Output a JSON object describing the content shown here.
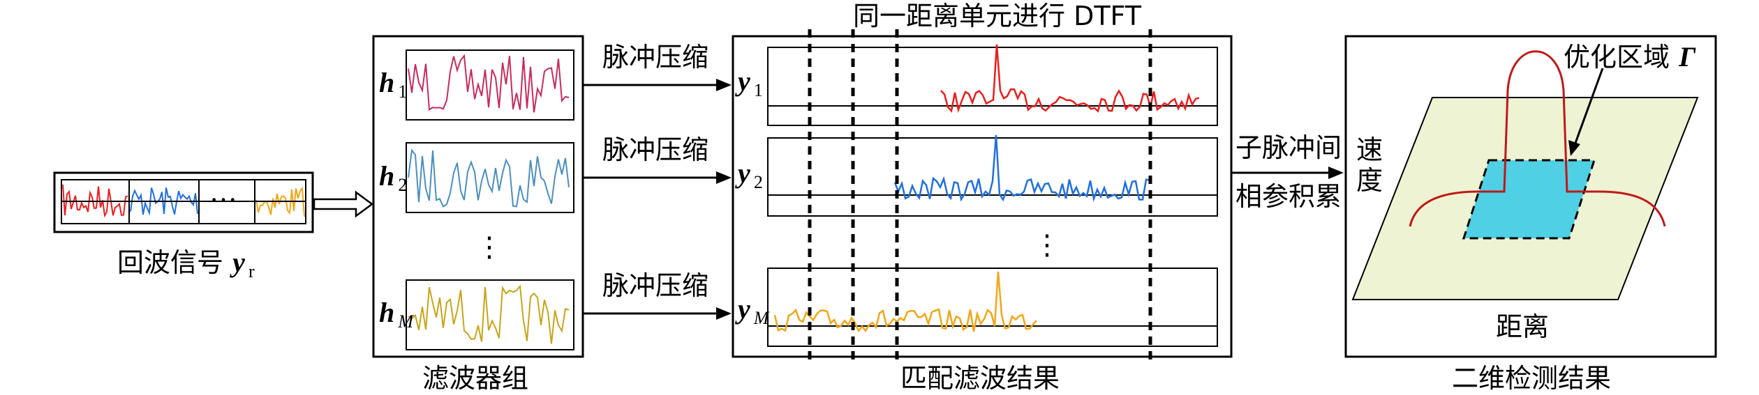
{
  "colors": {
    "red": "#ee1c1c",
    "blue": "#1f6fe0",
    "orange": "#f5a515",
    "pink": "#c92a5c",
    "steel": "#4a8fc0",
    "mustard": "#c8a418",
    "plane": "#eef3d3",
    "cyan": "#4fd0e4",
    "curve": "#c01818"
  },
  "echo": {
    "label": "回波信号",
    "sym": "y",
    "sub": "r",
    "ellipsis": "···"
  },
  "filters": {
    "caption": "滤波器组",
    "ellipsis": "⋮",
    "items": [
      {
        "sym": "h",
        "sub": "1"
      },
      {
        "sym": "h",
        "sub": "2"
      },
      {
        "sym": "h",
        "sub": "M"
      }
    ]
  },
  "compress": {
    "label1": "脉冲压缩",
    "label2": "脉冲压缩",
    "label3": "脉冲压缩"
  },
  "matched": {
    "title": "同一距离单元进行 DTFT",
    "caption": "匹配滤波结果",
    "ellipsis": "⋮",
    "outputs": [
      {
        "sym": "y",
        "sub": "1"
      },
      {
        "sym": "y",
        "sub": "2"
      },
      {
        "sym": "y",
        "sub": "M"
      }
    ]
  },
  "accumulate": {
    "line1": "子脉冲间",
    "line2": "相参积累"
  },
  "detect": {
    "caption": "二维检测结果",
    "region_label": "优化区域",
    "region_sym": "Γ",
    "velocity_1": "速",
    "velocity_2": "度",
    "range": "距离"
  }
}
